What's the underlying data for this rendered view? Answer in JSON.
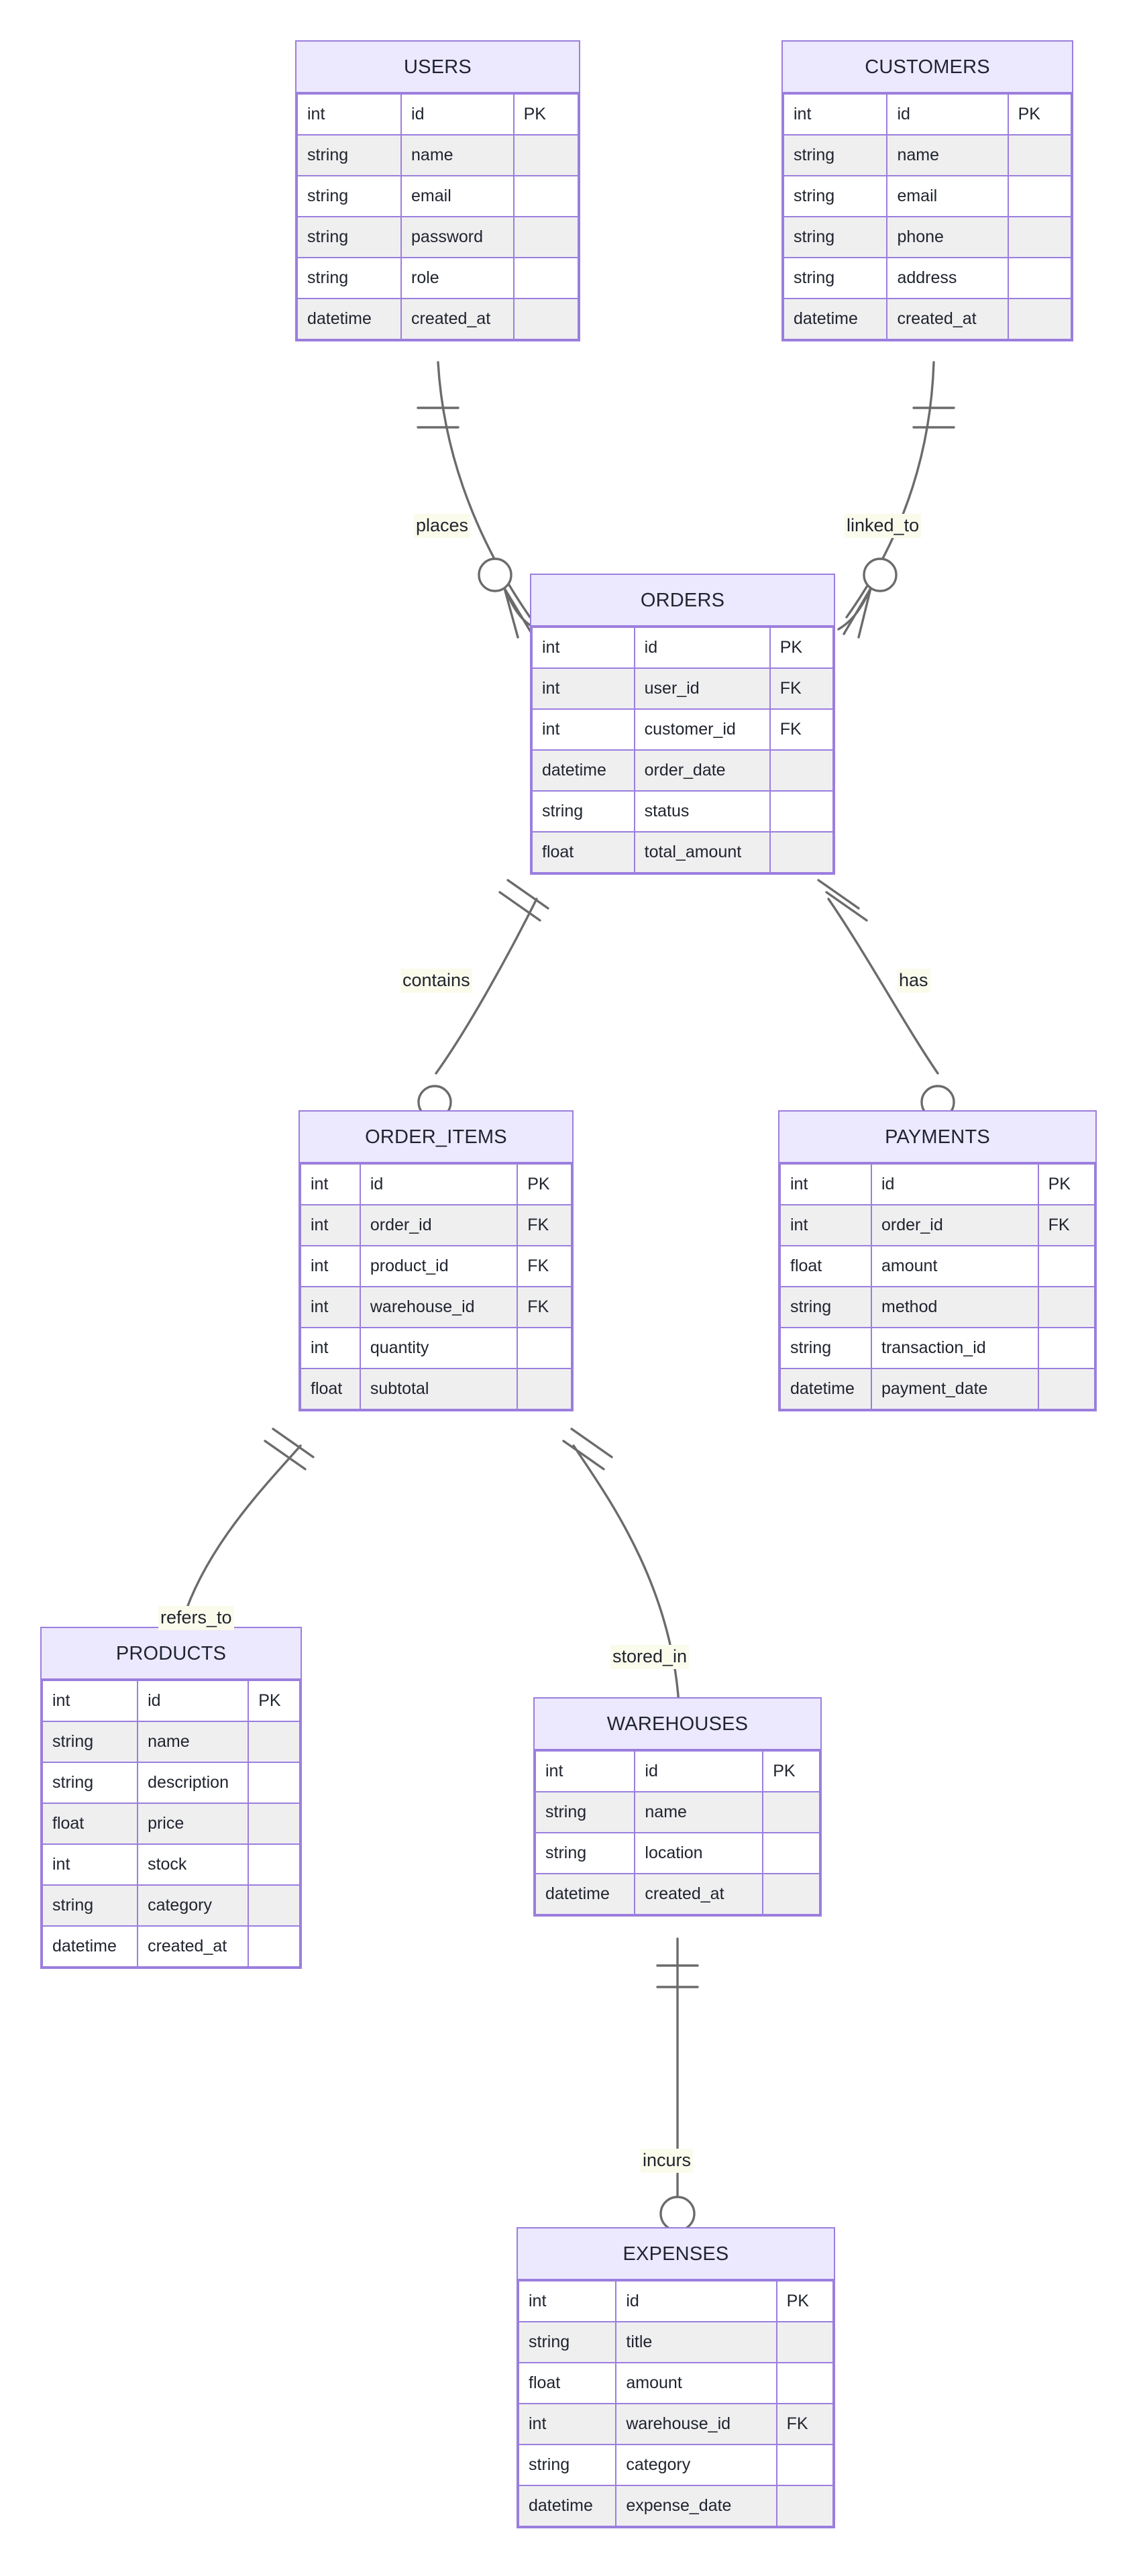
{
  "diagram": {
    "type": "entity-relationship-diagram",
    "notation": "crow's-foot",
    "colors": {
      "entity_border": "#9b7ede",
      "entity_header_fill": "#ece8fd",
      "row_alt_fill": "#efeff0",
      "row_fill": "#ffffff",
      "connector_stroke": "#6b6b6b",
      "label_highlight": "#fbfbec",
      "text": "#20242e",
      "background": "#ffffff"
    },
    "column_headers_implicit": [
      "type",
      "attribute",
      "key"
    ]
  },
  "entities": {
    "users": {
      "title": "USERS",
      "rows": [
        {
          "type": "int",
          "name": "id",
          "key": "PK"
        },
        {
          "type": "string",
          "name": "name",
          "key": ""
        },
        {
          "type": "string",
          "name": "email",
          "key": ""
        },
        {
          "type": "string",
          "name": "password",
          "key": ""
        },
        {
          "type": "string",
          "name": "role",
          "key": ""
        },
        {
          "type": "datetime",
          "name": "created_at",
          "key": ""
        }
      ]
    },
    "customers": {
      "title": "CUSTOMERS",
      "rows": [
        {
          "type": "int",
          "name": "id",
          "key": "PK"
        },
        {
          "type": "string",
          "name": "name",
          "key": ""
        },
        {
          "type": "string",
          "name": "email",
          "key": ""
        },
        {
          "type": "string",
          "name": "phone",
          "key": ""
        },
        {
          "type": "string",
          "name": "address",
          "key": ""
        },
        {
          "type": "datetime",
          "name": "created_at",
          "key": ""
        }
      ]
    },
    "orders": {
      "title": "ORDERS",
      "rows": [
        {
          "type": "int",
          "name": "id",
          "key": "PK"
        },
        {
          "type": "int",
          "name": "user_id",
          "key": "FK"
        },
        {
          "type": "int",
          "name": "customer_id",
          "key": "FK"
        },
        {
          "type": "datetime",
          "name": "order_date",
          "key": ""
        },
        {
          "type": "string",
          "name": "status",
          "key": ""
        },
        {
          "type": "float",
          "name": "total_amount",
          "key": ""
        }
      ]
    },
    "order_items": {
      "title": "ORDER_ITEMS",
      "rows": [
        {
          "type": "int",
          "name": "id",
          "key": "PK"
        },
        {
          "type": "int",
          "name": "order_id",
          "key": "FK"
        },
        {
          "type": "int",
          "name": "product_id",
          "key": "FK"
        },
        {
          "type": "int",
          "name": "warehouse_id",
          "key": "FK"
        },
        {
          "type": "int",
          "name": "quantity",
          "key": ""
        },
        {
          "type": "float",
          "name": "subtotal",
          "key": ""
        }
      ]
    },
    "payments": {
      "title": "PAYMENTS",
      "rows": [
        {
          "type": "int",
          "name": "id",
          "key": "PK"
        },
        {
          "type": "int",
          "name": "order_id",
          "key": "FK"
        },
        {
          "type": "float",
          "name": "amount",
          "key": ""
        },
        {
          "type": "string",
          "name": "method",
          "key": ""
        },
        {
          "type": "string",
          "name": "transaction_id",
          "key": ""
        },
        {
          "type": "datetime",
          "name": "payment_date",
          "key": ""
        }
      ]
    },
    "products": {
      "title": "PRODUCTS",
      "rows": [
        {
          "type": "int",
          "name": "id",
          "key": "PK"
        },
        {
          "type": "string",
          "name": "name",
          "key": ""
        },
        {
          "type": "string",
          "name": "description",
          "key": ""
        },
        {
          "type": "float",
          "name": "price",
          "key": ""
        },
        {
          "type": "int",
          "name": "stock",
          "key": ""
        },
        {
          "type": "string",
          "name": "category",
          "key": ""
        },
        {
          "type": "datetime",
          "name": "created_at",
          "key": ""
        }
      ]
    },
    "warehouses": {
      "title": "WAREHOUSES",
      "rows": [
        {
          "type": "int",
          "name": "id",
          "key": "PK"
        },
        {
          "type": "string",
          "name": "name",
          "key": ""
        },
        {
          "type": "string",
          "name": "location",
          "key": ""
        },
        {
          "type": "datetime",
          "name": "created_at",
          "key": ""
        }
      ]
    },
    "expenses": {
      "title": "EXPENSES",
      "rows": [
        {
          "type": "int",
          "name": "id",
          "key": "PK"
        },
        {
          "type": "string",
          "name": "title",
          "key": ""
        },
        {
          "type": "float",
          "name": "amount",
          "key": ""
        },
        {
          "type": "int",
          "name": "warehouse_id",
          "key": "FK"
        },
        {
          "type": "string",
          "name": "category",
          "key": ""
        },
        {
          "type": "datetime",
          "name": "expense_date",
          "key": ""
        }
      ]
    }
  },
  "relationships": [
    {
      "id": "places",
      "label": "places",
      "from": "USERS",
      "to": "ORDERS",
      "from_card": "exactly-one",
      "to_card": "zero-or-many"
    },
    {
      "id": "linked_to",
      "label": "linked_to",
      "from": "CUSTOMERS",
      "to": "ORDERS",
      "from_card": "exactly-one",
      "to_card": "zero-or-many"
    },
    {
      "id": "contains",
      "label": "contains",
      "from": "ORDERS",
      "to": "ORDER_ITEMS",
      "from_card": "exactly-one",
      "to_card": "zero-or-many"
    },
    {
      "id": "has",
      "label": "has",
      "from": "ORDERS",
      "to": "PAYMENTS",
      "from_card": "exactly-one",
      "to_card": "zero-or-many"
    },
    {
      "id": "refers_to",
      "label": "refers_to",
      "from": "ORDER_ITEMS",
      "to": "PRODUCTS",
      "from_card": "exactly-one",
      "to_card": "zero-or-many"
    },
    {
      "id": "stored_in",
      "label": "stored_in",
      "from": "ORDER_ITEMS",
      "to": "WAREHOUSES",
      "from_card": "exactly-one",
      "to_card": "zero-or-many"
    },
    {
      "id": "incurs",
      "label": "incurs",
      "from": "WAREHOUSES",
      "to": "EXPENSES",
      "from_card": "exactly-one",
      "to_card": "zero-or-many"
    }
  ]
}
